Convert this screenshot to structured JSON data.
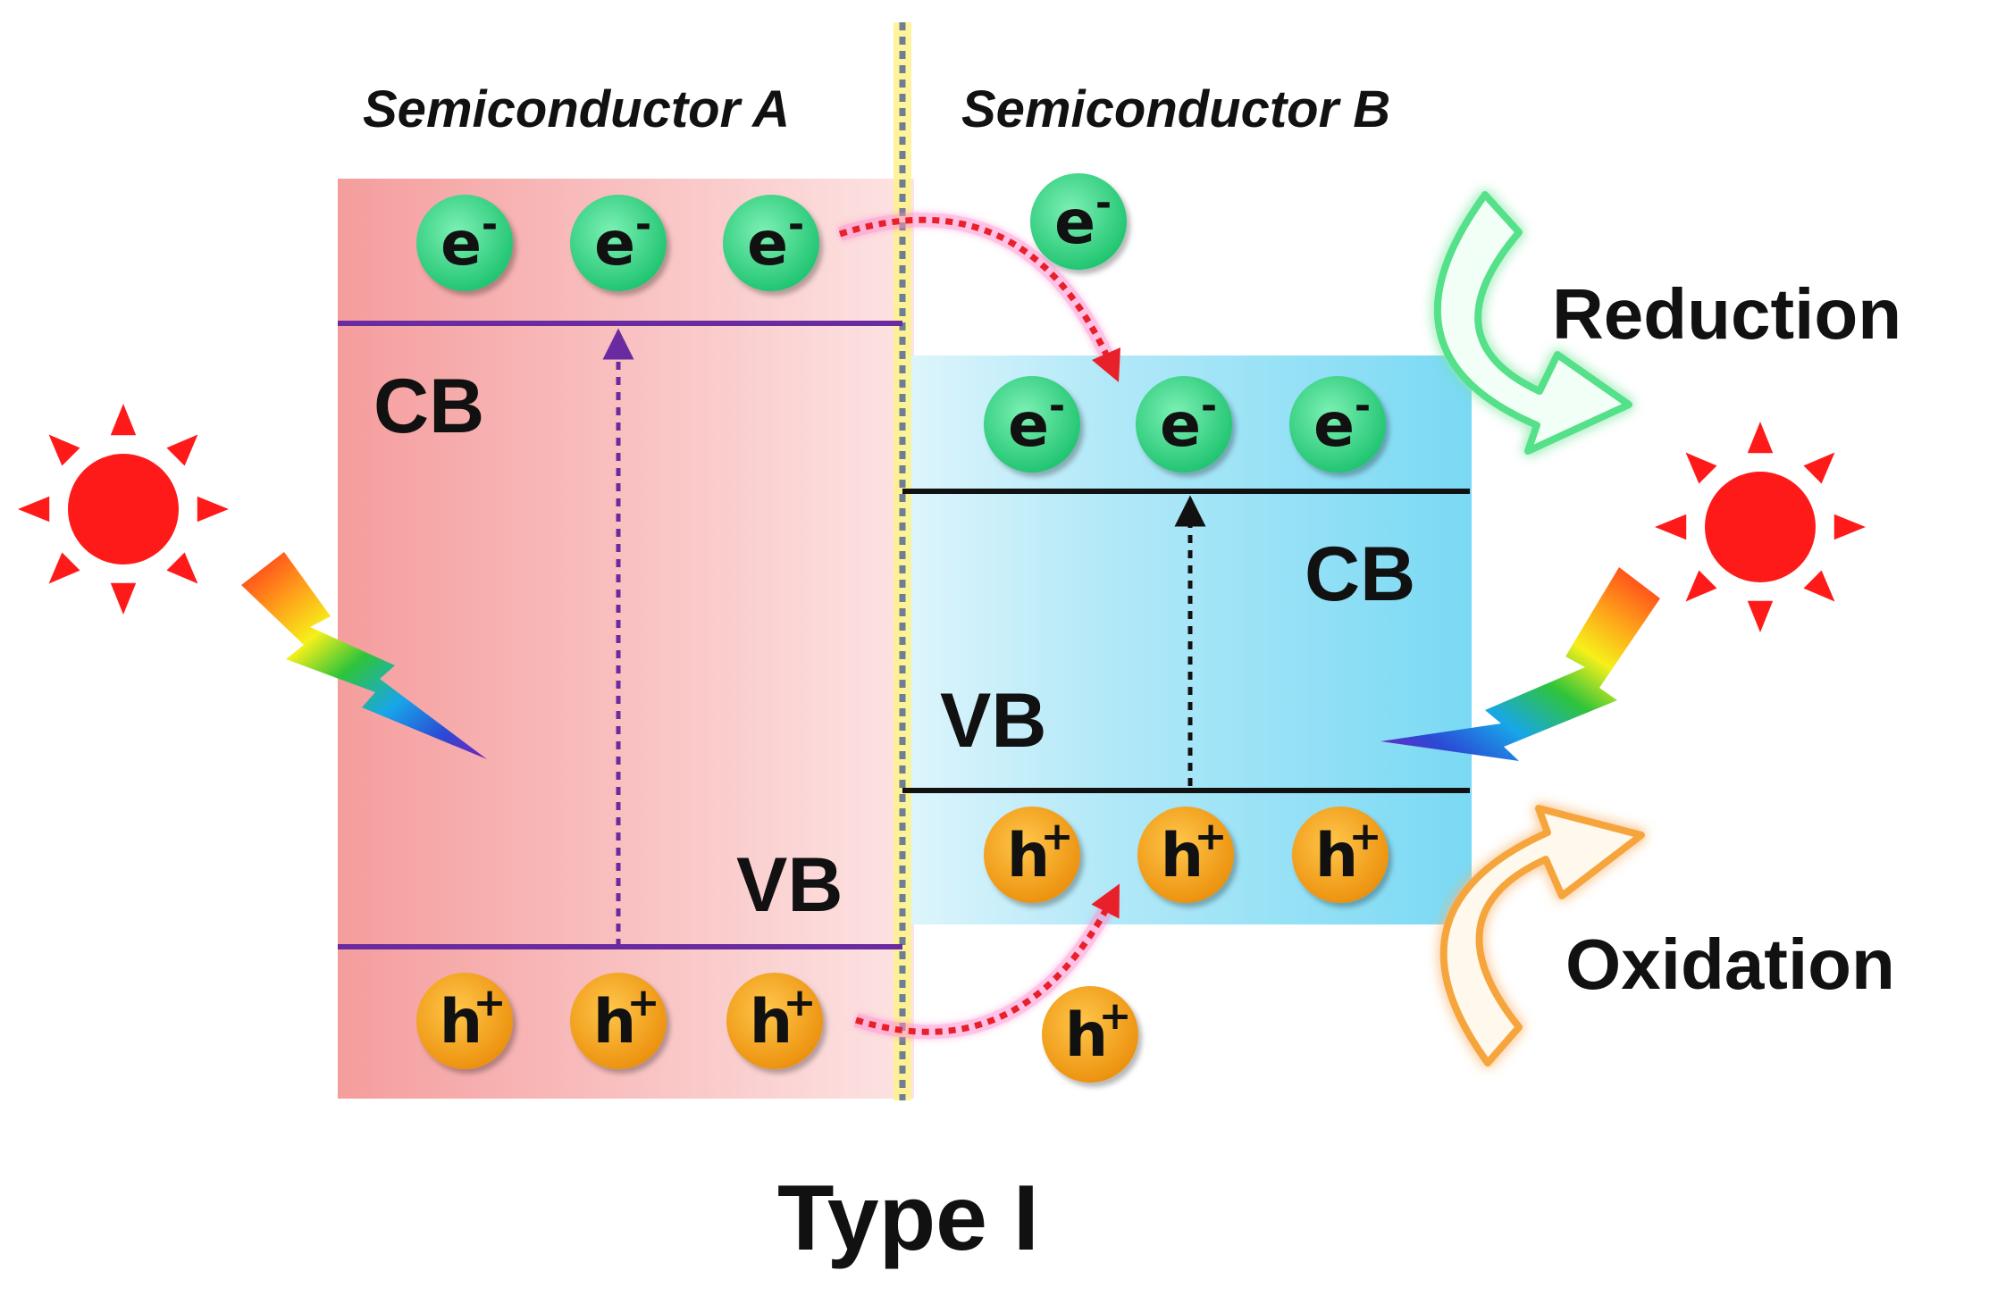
{
  "semiconductor_a": {
    "title": "Semiconductor A",
    "cb_label": "CB",
    "vb_label": "VB"
  },
  "semiconductor_b": {
    "title": "Semiconductor B",
    "cb_label": "CB",
    "vb_label": "VB"
  },
  "reactions": {
    "reduction": "Reduction",
    "oxidation": "Oxidation"
  },
  "caption": "Type I",
  "particles": {
    "electron": "e",
    "electron_sign": "-",
    "hole": "h",
    "hole_sign": "+"
  },
  "colors": {
    "semiconductor_a_fill": "#f7a6a6",
    "semiconductor_b_fill": "#86ddf5",
    "band_edge_a": "#6a2ba0",
    "band_edge_b": "#111111",
    "electron": "#2fd683",
    "hole": "#f2a01a",
    "transfer_arrow": "#e8202a",
    "reduction_arrow": "#54e08a",
    "oxidation_arrow": "#f6a53c",
    "sun": "#ff1a1a",
    "interface": "#6f7f8f"
  }
}
